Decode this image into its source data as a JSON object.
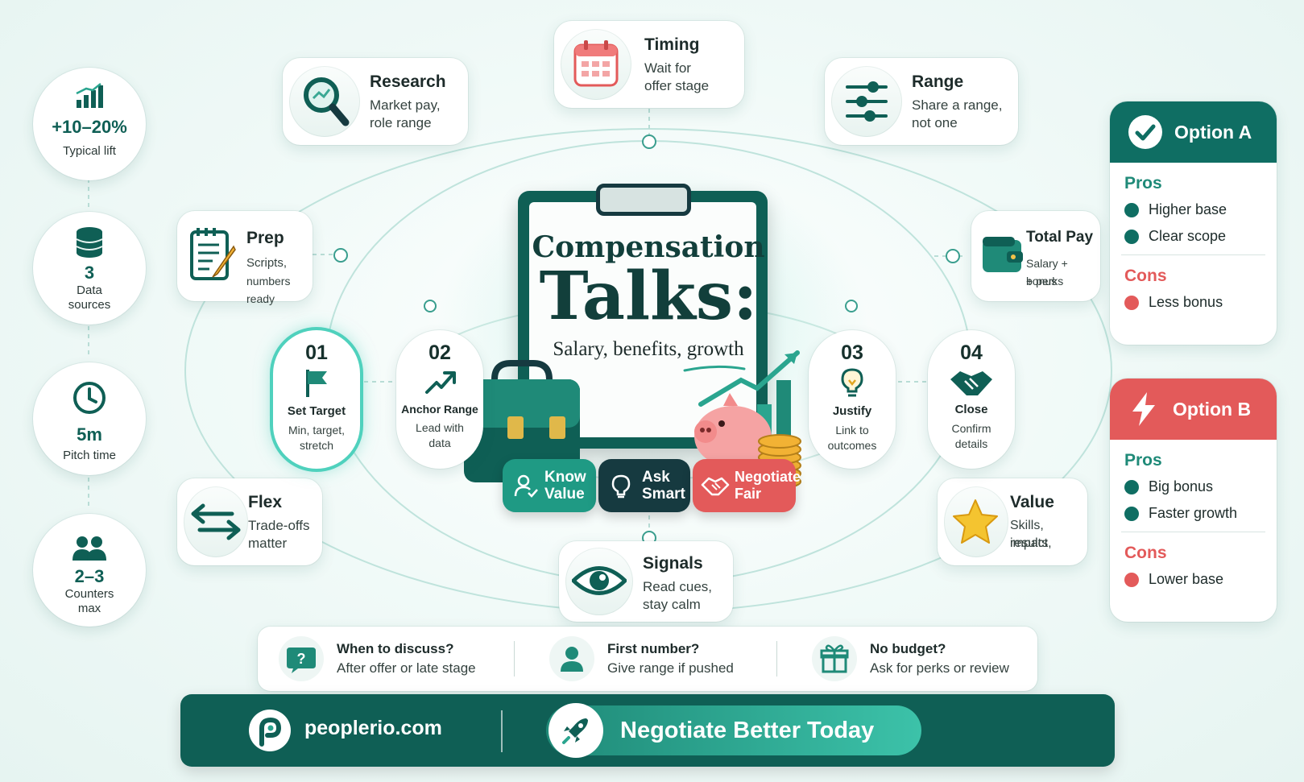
{
  "colors": {
    "teal_dark": "#0f5f55",
    "teal": "#1f8a78",
    "teal_light": "#4fd1bd",
    "red": "#e35a5a",
    "navy": "#163a40",
    "star": "#f4c430"
  },
  "stats": [
    {
      "value": "+10–20%",
      "label": "Typical lift",
      "icon": "bar-chart-icon"
    },
    {
      "value": "3",
      "label": "Data sources",
      "label_line1": "Data",
      "label_line2": "sources",
      "icon": "database-icon"
    },
    {
      "value": "5m",
      "label": "Pitch time",
      "icon": "clock-icon"
    },
    {
      "value": "2–3",
      "label": "Counters max",
      "label_line1": "Counters",
      "label_line2": "max",
      "icon": "people-icon"
    }
  ],
  "cards": {
    "research": {
      "title": "Research",
      "line1": "Market pay,",
      "line2": "role range",
      "icon": "magnifier-icon"
    },
    "timing": {
      "title": "Timing",
      "line1": "Wait for",
      "line2": "offer stage",
      "icon": "calendar-icon"
    },
    "range": {
      "title": "Range",
      "line1": "Share a range,",
      "line2": "not one",
      "icon": "sliders-icon"
    },
    "prep": {
      "title": "Prep",
      "line1": "Scripts,",
      "line2": "numbers ready",
      "icon": "notepad-icon"
    },
    "total_pay": {
      "title": "Total Pay",
      "line1": "Salary + bonus",
      "line2": "+ perks",
      "icon": "wallet-icon"
    },
    "flex": {
      "title": "Flex",
      "line1": "Trade-offs",
      "line2": "matter",
      "icon": "swap-arrows-icon"
    },
    "value": {
      "title": "Value",
      "line1": "Skills, impact,",
      "line2": "results",
      "icon": "star-icon"
    },
    "signals": {
      "title": "Signals",
      "line1": "Read cues,",
      "line2": "stay calm",
      "icon": "eye-icon"
    }
  },
  "steps": [
    {
      "num": "01",
      "title": "Set Target",
      "line1": "Min, target,",
      "line2": "stretch",
      "icon": "flag-icon"
    },
    {
      "num": "02",
      "title": "Anchor Range",
      "line1": "Lead with",
      "line2": "data",
      "icon": "trend-arrow-icon"
    },
    {
      "num": "03",
      "title": "Justify",
      "line1": "Link to",
      "line2": "outcomes",
      "icon": "lightbulb-icon"
    },
    {
      "num": "04",
      "title": "Close",
      "line1": "Confirm",
      "line2": "details",
      "icon": "handshake-icon"
    }
  ],
  "center": {
    "title_line1": "Compensation",
    "title_line2": "Talks:",
    "subtitle": "Salary, benefits, growth"
  },
  "badges": [
    {
      "line1": "Know",
      "line2": "Value",
      "icon": "person-check-icon"
    },
    {
      "line1": "Ask",
      "line2": "Smart",
      "icon": "lightbulb-icon"
    },
    {
      "line1": "Negotiate",
      "line2": "Fair",
      "icon": "handshake-icon"
    }
  ],
  "option_a": {
    "title": "Option A",
    "pros_label": "Pros",
    "pros": [
      "Higher base",
      "Clear scope"
    ],
    "cons_label": "Cons",
    "cons": [
      "Less bonus"
    ]
  },
  "option_b": {
    "title": "Option B",
    "pros_label": "Pros",
    "pros": [
      "Big bonus",
      "Faster growth"
    ],
    "cons_label": "Cons",
    "cons": [
      "Lower base"
    ]
  },
  "faq": [
    {
      "question": "When to discuss?",
      "answer": "After offer or late stage",
      "icon": "question-bubble-icon"
    },
    {
      "question": "First number?",
      "answer": "Give range if pushed",
      "icon": "person-icon"
    },
    {
      "question": "No budget?",
      "answer": "Ask for perks or review",
      "icon": "gift-icon"
    }
  ],
  "footer": {
    "site": "peoplerio.com",
    "cta": "Negotiate Better Today"
  }
}
